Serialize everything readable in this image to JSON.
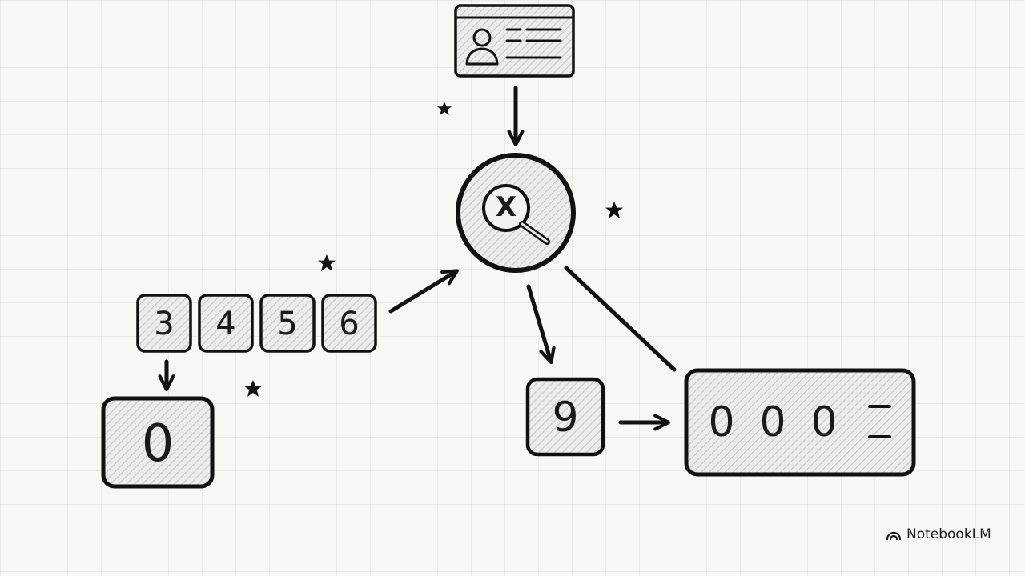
{
  "diagram": {
    "input_digits": [
      "3",
      "4",
      "5",
      "6"
    ],
    "check_digit": "0",
    "result_digit": "9",
    "result_card_digits": [
      "0",
      "0",
      "0"
    ],
    "center_node_label": "X"
  },
  "branding": {
    "name": "NotebookLM"
  }
}
